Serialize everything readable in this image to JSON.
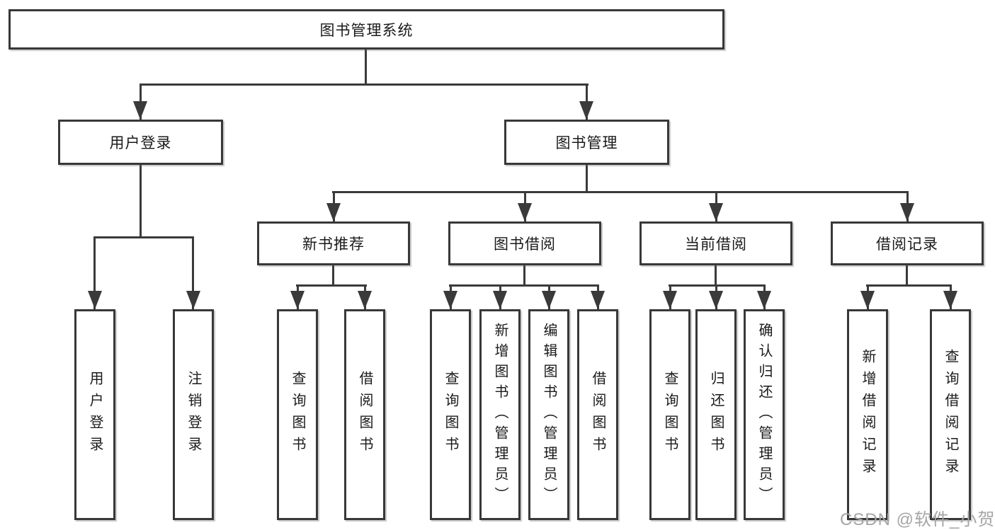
{
  "tree": {
    "label": "图书管理系统",
    "children": [
      {
        "label": "用户登录",
        "children": [
          {
            "label": "用户登录"
          },
          {
            "label": "注销登录"
          }
        ]
      },
      {
        "label": "图书管理",
        "children": [
          {
            "label": "新书推荐",
            "children": [
              {
                "label": "查询图书"
              },
              {
                "label": "借阅图书"
              }
            ]
          },
          {
            "label": "图书借阅",
            "children": [
              {
                "label": "查询图书"
              },
              {
                "label": "新增图书（管理员）"
              },
              {
                "label": "编辑图书（管理员）"
              },
              {
                "label": "借阅图书"
              }
            ]
          },
          {
            "label": "当前借阅",
            "children": [
              {
                "label": "查询图书"
              },
              {
                "label": "归还图书"
              },
              {
                "label": "确认归还（管理员）"
              }
            ]
          },
          {
            "label": "借阅记录",
            "children": [
              {
                "label": "新增借阅记录"
              },
              {
                "label": "查询借阅记录"
              }
            ]
          }
        ]
      }
    ]
  },
  "watermark": "CSDN @软件_小贺同学",
  "colors": {
    "line": "#3a3a3a",
    "border": "#383838",
    "text": "#1a1a1a",
    "background": "#ffffff",
    "watermark": "#a5a5a5"
  }
}
